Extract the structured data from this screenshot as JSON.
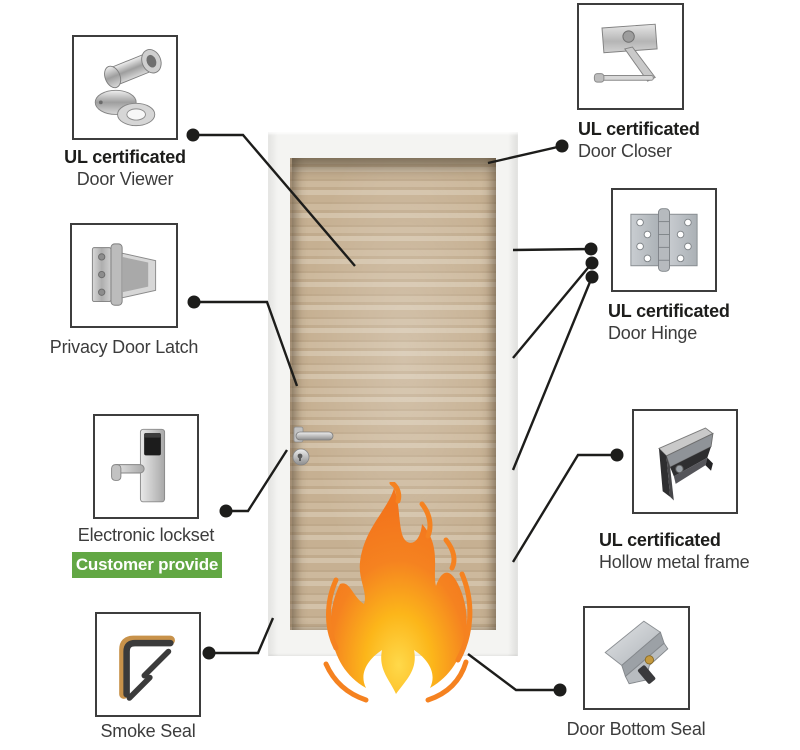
{
  "diagram": {
    "subject": "fire-rated wooden door with UL certificated hardware",
    "callouts": [
      {
        "id": "door-viewer",
        "icon": "door-viewer-icon",
        "heading": "UL certificated",
        "label": "Door Viewer",
        "badge": null,
        "side": "left"
      },
      {
        "id": "privacy-latch",
        "icon": "privacy-door-latch-icon",
        "heading": null,
        "label": "Privacy Door Latch",
        "badge": null,
        "side": "left"
      },
      {
        "id": "lockset",
        "icon": "electronic-lockset-icon",
        "heading": null,
        "label": "Electronic lockset",
        "badge": "Customer provide",
        "side": "left"
      },
      {
        "id": "smoke-seal",
        "icon": "smoke-seal-icon",
        "heading": null,
        "label": "Smoke Seal",
        "badge": null,
        "side": "left"
      },
      {
        "id": "door-closer",
        "icon": "door-closer-icon",
        "heading": "UL certificated",
        "label": "Door Closer",
        "badge": null,
        "side": "right"
      },
      {
        "id": "door-hinge",
        "icon": "door-hinge-icon",
        "heading": "UL certificated",
        "label": "Door Hinge",
        "badge": null,
        "side": "right"
      },
      {
        "id": "metal-frame",
        "icon": "hollow-metal-frame-icon",
        "heading": "UL certificated",
        "label": "Hollow metal frame",
        "badge": null,
        "side": "right"
      },
      {
        "id": "bottom-seal",
        "icon": "door-bottom-seal-icon",
        "heading": null,
        "label": "Door Bottom Seal",
        "badge": null,
        "side": "right"
      }
    ],
    "graphics": {
      "door": "wood-door-with-white-frame",
      "flame": "flame-icon"
    },
    "colors": {
      "badge_green": "#62a744",
      "badge_text": "#ffffff",
      "leader_line": "#1d1d1b",
      "heading_text": "#1d1d1b",
      "label_text": "#3c3c3c",
      "flame_outer": "#f58220",
      "flame_inner": "#ffd94a",
      "wood_base": "#c8b295",
      "frame_white": "#f4f4f2"
    }
  }
}
